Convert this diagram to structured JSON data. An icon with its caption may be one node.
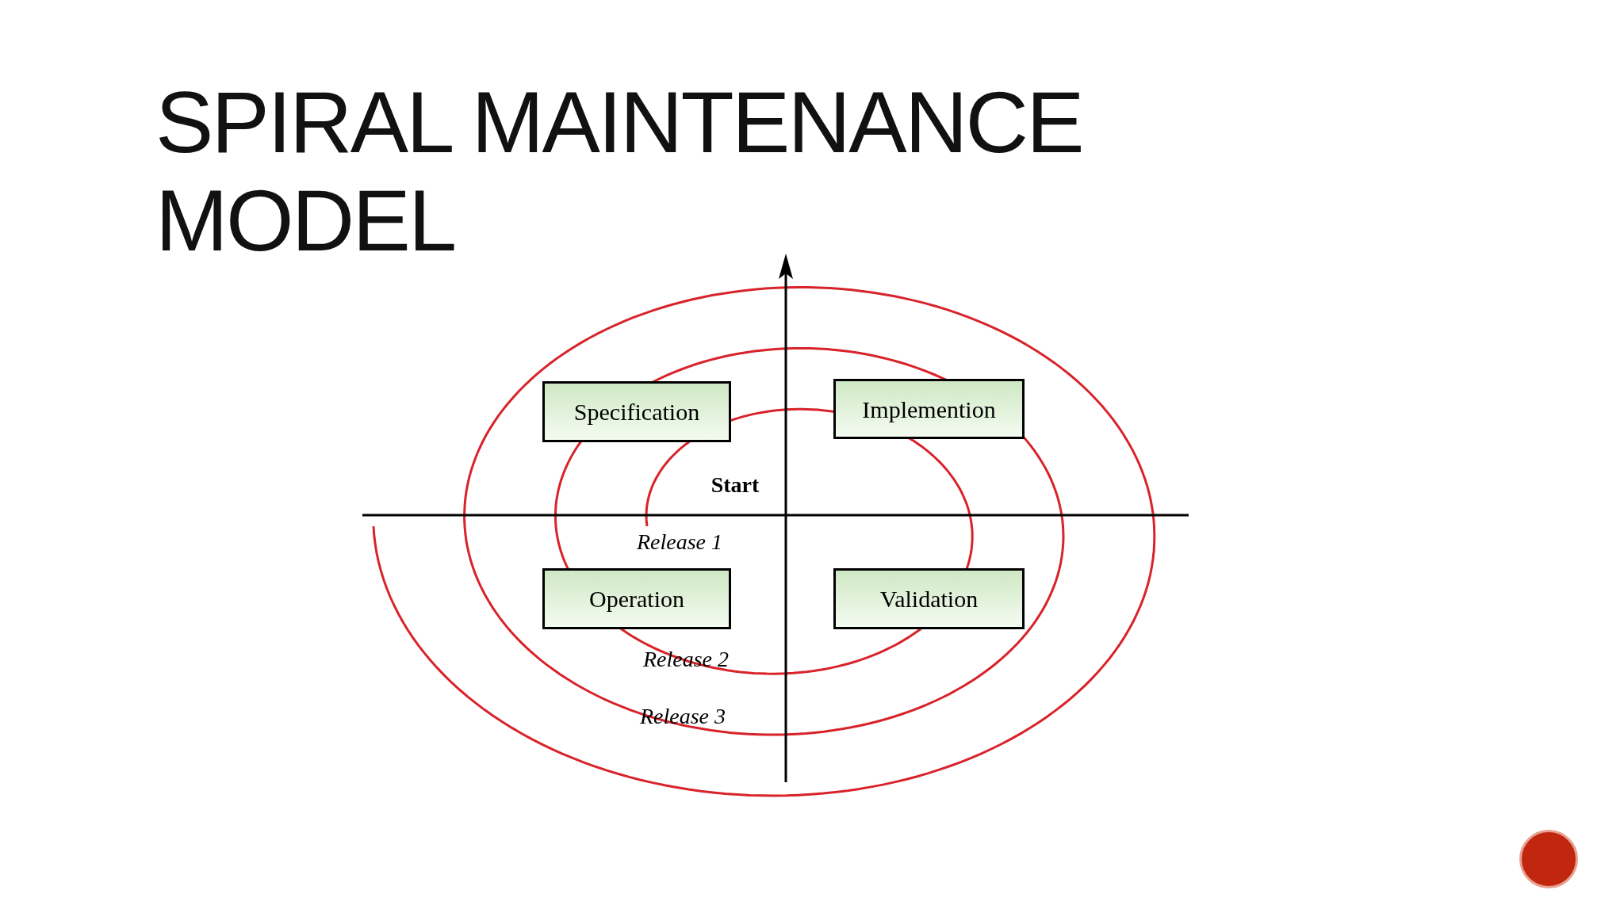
{
  "diagram": {
    "title": "SPIRAL MAINTENANCE MODEL",
    "nodes": [
      {
        "text": [
          "Specification"
        ]
      },
      {
        "text": [
          "Implemention"
        ]
      },
      {
        "text": [
          "Operation"
        ]
      },
      {
        "text": [
          "Validation"
        ]
      },
      {
        "text": [],
        "shape": "circle"
      }
    ],
    "labels": [
      "Start",
      "Release 1",
      "Release 2",
      "Release 3"
    ]
  }
}
